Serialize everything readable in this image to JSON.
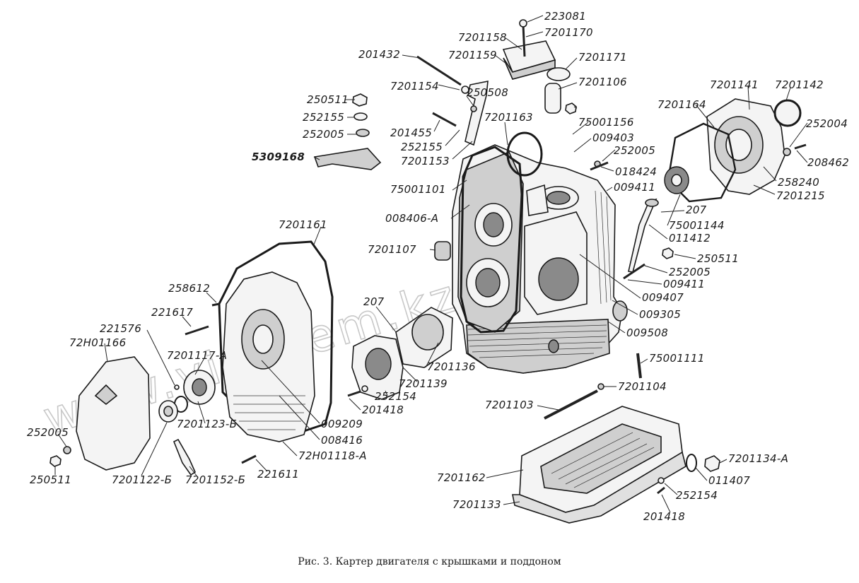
{
  "caption": "Рис. 3. Картер двигателя с крышками и поддоном",
  "watermark": "www.yinhrem.kz",
  "labels": [
    "223081",
    "7201170",
    "7201158",
    "7201159",
    "7201171",
    "201432",
    "7201106",
    "7201154",
    "250508",
    "250511",
    "252155",
    "252005",
    "201455",
    "252155",
    "7201163",
    "7201164",
    "7201141",
    "7201142",
    "75001156",
    "009403",
    "252004",
    "252005",
    "208462",
    "5309168",
    "7201153",
    "018424",
    "258240",
    "75001101",
    "009411",
    "7201215",
    "008406-A",
    "207",
    "75001144",
    "011412",
    "7201107",
    "250511",
    "252005",
    "7201161",
    "009411",
    "009407",
    "009305",
    "009508",
    "258612",
    "221617",
    "207",
    "221576",
    "72H01166",
    "75001111",
    "7201117-A",
    "7201136",
    "7201139",
    "252154",
    "7201104",
    "201418",
    "7201123-Б",
    "009209",
    "7201103",
    "252005",
    "008416",
    "72H01118-A",
    "7201134-A",
    "7201162",
    "011407",
    "221611",
    "250511",
    "7201122-Б",
    "7201152-Б",
    "252154",
    "7201133",
    "201418"
  ]
}
